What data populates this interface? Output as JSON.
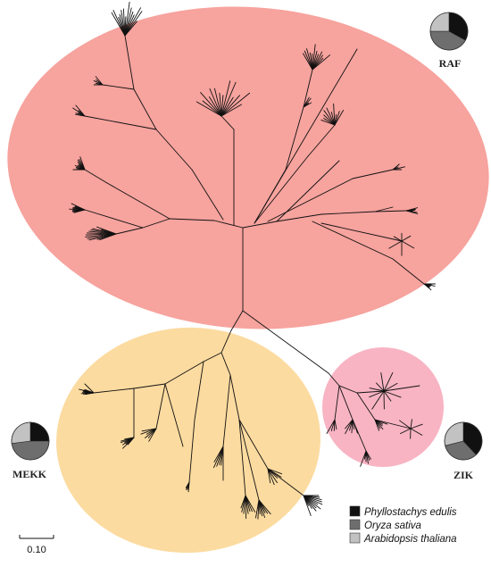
{
  "colors": {
    "raf": "#f7a39e",
    "mekk": "#fcdba0",
    "zik": "#f8b4c3",
    "phyllostachys": "#111111",
    "oryza": "#6e6e6e",
    "arabidopsis": "#c2c2c2"
  },
  "groups": {
    "raf": {
      "label": "RAF",
      "composition": [
        0.33,
        0.42,
        0.25
      ]
    },
    "mekk": {
      "label": "MEKK",
      "composition": [
        0.25,
        0.48,
        0.27
      ]
    },
    "zik": {
      "label": "ZIK",
      "composition": [
        0.38,
        0.33,
        0.29
      ]
    }
  },
  "legend": [
    {
      "label": "Phyllostachys edulis",
      "color": "#111111"
    },
    {
      "label": "Oryza sativa",
      "color": "#6e6e6e"
    },
    {
      "label": "Arabidopsis thaliana",
      "color": "#c2c2c2"
    }
  ],
  "scale_bar": {
    "label": "0.10"
  }
}
